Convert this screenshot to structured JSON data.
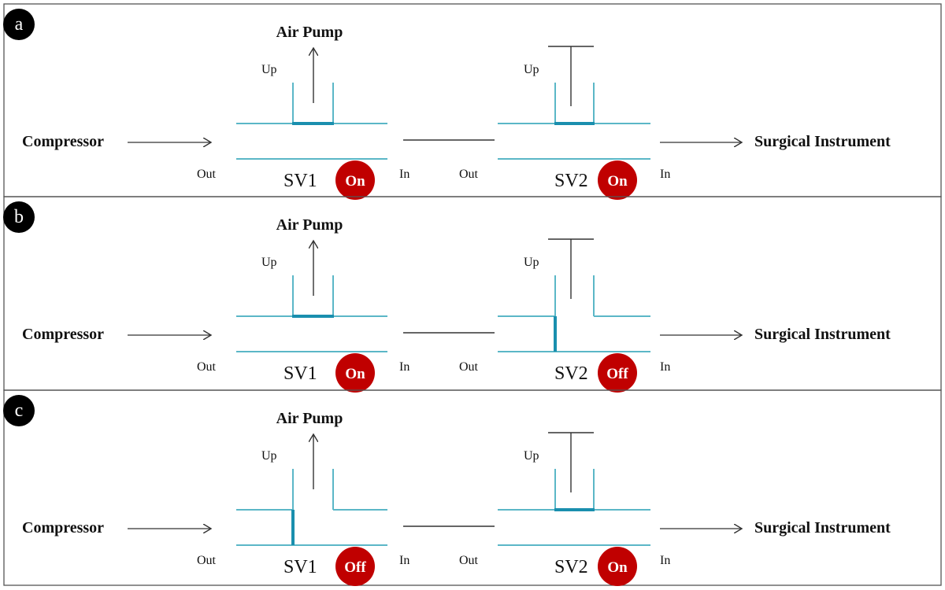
{
  "labels": {
    "air_pump": "Air Pump",
    "up": "Up",
    "compressor": "Compressor",
    "surgical_instrument": "Surgical Instrument",
    "out": "Out",
    "in": "In",
    "sv1": "SV1",
    "sv2": "SV2"
  },
  "panels": [
    {
      "id": "a",
      "sv1_state": "On",
      "sv2_state": "On"
    },
    {
      "id": "b",
      "sv1_state": "On",
      "sv2_state": "Off"
    },
    {
      "id": "c",
      "sv1_state": "Off",
      "sv2_state": "On"
    }
  ],
  "colors": {
    "pipe": "#5bb7c7",
    "seal": "#1a8fae",
    "state_badge": "#c00000",
    "ink": "#111111",
    "border": "#555555"
  }
}
